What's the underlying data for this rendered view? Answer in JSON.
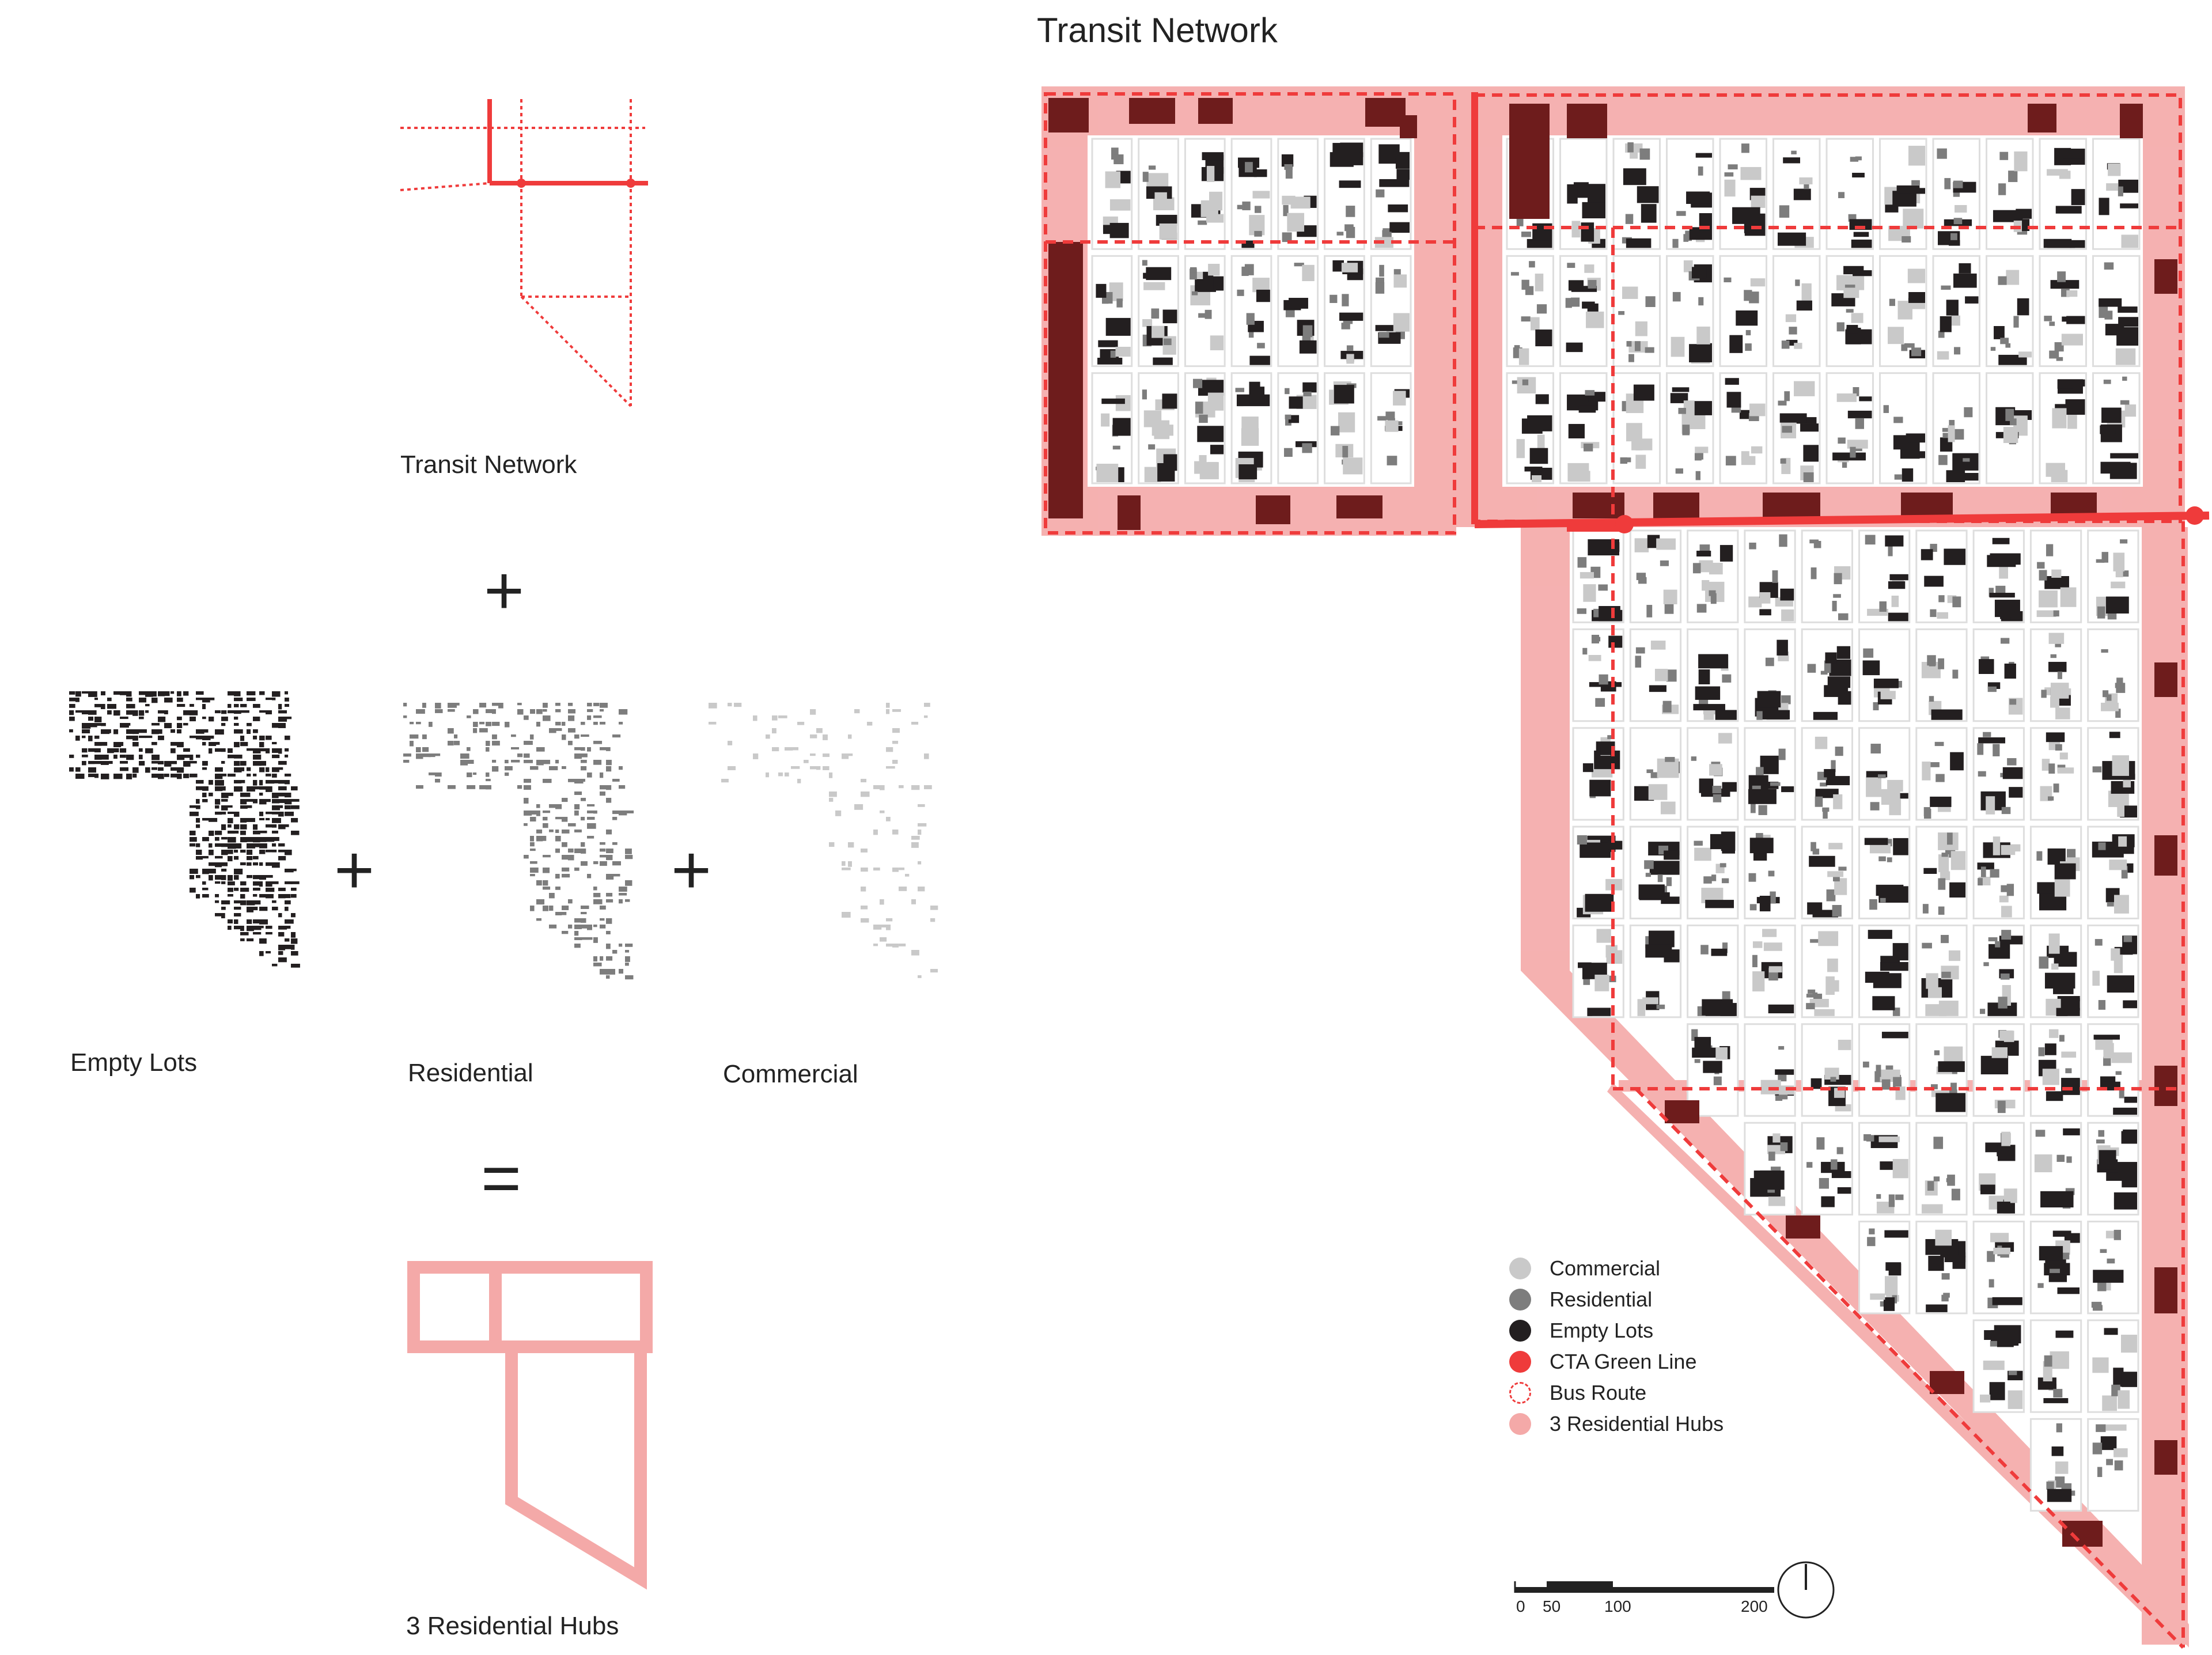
{
  "main_title": "Transit Network",
  "diagram_labels": {
    "transit_network": "Transit Network",
    "empty_lots": "Empty Lots",
    "residential": "Residential",
    "commercial": "Commercial",
    "hubs": "3 Residential Hubs"
  },
  "operators": {
    "plus": "+",
    "equals": "="
  },
  "legend": [
    {
      "label": "Commercial",
      "color": "#c9c9c9",
      "style": "filled"
    },
    {
      "label": "Residential",
      "color": "#7d7d7d",
      "style": "filled"
    },
    {
      "label": "Empty Lots",
      "color": "#231f20",
      "style": "filled"
    },
    {
      "label": "CTA Green Line",
      "color": "#ef3b3b",
      "style": "filled"
    },
    {
      "label": "Bus Route",
      "color": "#ef3b3b",
      "style": "dashed-outline"
    },
    {
      "label": "3 Residential Hubs",
      "color": "#f4a9a8",
      "style": "filled"
    }
  ],
  "scale_bar": {
    "ticks": [
      "0",
      "50",
      "100",
      "200"
    ]
  },
  "north_arrow": "north-arrow-icon",
  "colors": {
    "hub_fill": "#f4a9a8",
    "green_line": "#ef3b3b",
    "empty_lot": "#231f20",
    "empty_lot_on_hub": "#6e1c1c",
    "residential": "#7d7d7d",
    "commercial": "#c9c9c9"
  }
}
